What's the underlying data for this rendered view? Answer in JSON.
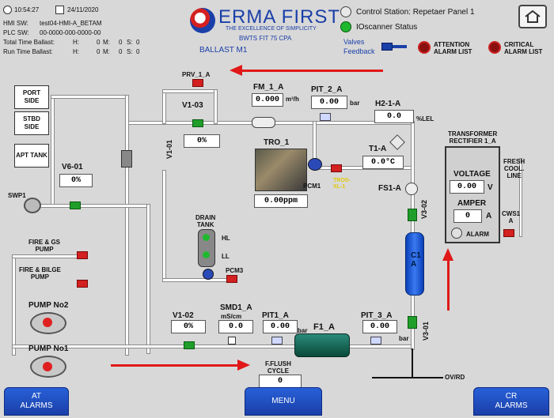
{
  "header": {
    "time": "10:54:27",
    "date": "24/11/2020",
    "hmi_sw_label": "HMI SW:",
    "hmi_sw": "test04-HMI-A_BETAM",
    "plc_sw_label": "PLC SW:",
    "plc_sw": "00-0000-000-0000-00",
    "total_time_label": "Total Time Ballast:",
    "run_time_label": "Run Time Ballast:",
    "h_label": "H:",
    "total_h": "0",
    "total_m": "0",
    "total_s": "0",
    "run_h": "0",
    "run_m": "0",
    "run_s": "0",
    "m_label": "M:",
    "s_label": "S:",
    "brand": "ERMA FIRST",
    "tagline": "THE EXCELLENCE OF SIMPLICITY",
    "model": "BWTS FIT 75 CPA",
    "mode": "BALLAST  M1",
    "control_station": "Control Station: Repetaer Panel 1",
    "ioscanner": "IOscanner Status",
    "valves_label": "Valves",
    "feedback_label": "Feedback",
    "attention_line1": "ATTENTION",
    "attention_line2": "ALARM LIST",
    "critical_line1": "CRITICAL",
    "critical_line2": "ALARM LIST"
  },
  "diagram": {
    "port_side": "PORT SIDE",
    "stbd_side": "STBD SIDE",
    "apt_tank": "APT TANK",
    "swp1": "SWP1",
    "v6_01": "V6-01",
    "v6_01_val": "0%",
    "prv_1_a": "PRV_1_A",
    "v1_03": "V1-03",
    "v1_03_val": "0%",
    "v1_01": "V1-01",
    "fm_1_a": "FM_1_A",
    "fm_val": "0.000",
    "fm_unit": "m³/h",
    "pit_2_a": "PIT_2_A",
    "pit2_val": "0.00",
    "pit2_unit": "bar",
    "h2_1_a": "H2-1-A",
    "h2_val": "0.0",
    "h2_unit": "%LEL",
    "tro_1": "TRO_1",
    "tro_val": "0.00ppm",
    "pcm1": "PCM1",
    "tros_xl": "TROS-\nXL-1",
    "t1_a": "T1-A",
    "t1_val": "0.0°C",
    "fs1_a": "FS1-A",
    "v3_02": "V3-02",
    "c1_a": "C1\nA",
    "v3_01": "V3-01",
    "drain_tank": "DRAIN\nTANK",
    "hl": "HL",
    "ll": "LL",
    "pcm3": "PCM3",
    "fire_gs_pump": "FIRE & GS\nPUMP",
    "fire_bilge_pump": "FIRE & BILGE\nPUMP",
    "pump_no2": "PUMP No2",
    "pump_no1": "PUMP No1",
    "v1_02": "V1-02",
    "v1_02_val": "0%",
    "smd1_a": "SMD1_A",
    "smd_unit_label": "mS/cm",
    "smd_val": "0.0",
    "pit1_a": "PIT1_A",
    "pit1_val": "0.00",
    "pit1_unit": "bar",
    "f1_a": "F1_A",
    "pit_3_a": "PIT_3_A",
    "pit3_val": "0.00",
    "pit3_unit": "bar",
    "fflush_label": "F.FLUSH\nCYCLE",
    "fflush_val": "0",
    "ov_rd": "OV/RD",
    "transformer_title": "TRANSFORMER\nRECTIFIER 1_A",
    "voltage_label": "VOLTAGE",
    "voltage_val": "0.00",
    "voltage_unit": "V",
    "amper_label": "AMPER",
    "amper_val": "0",
    "amper_unit": "A",
    "alarm_label": "ALARM",
    "fresh_cool_line": "FRESH\nCOOL.\nLINE",
    "cws1_a": "CWS1\nA"
  },
  "buttons": {
    "at_alarms": "AT\nALARMS",
    "menu": "MENU",
    "cr_alarms": "CR\nALARMS"
  },
  "colors": {
    "brand_blue": "#1a3fa8",
    "valve_open": "#1f9e2a",
    "valve_closed": "#d32020",
    "highlight_arrow": "#e01818"
  }
}
